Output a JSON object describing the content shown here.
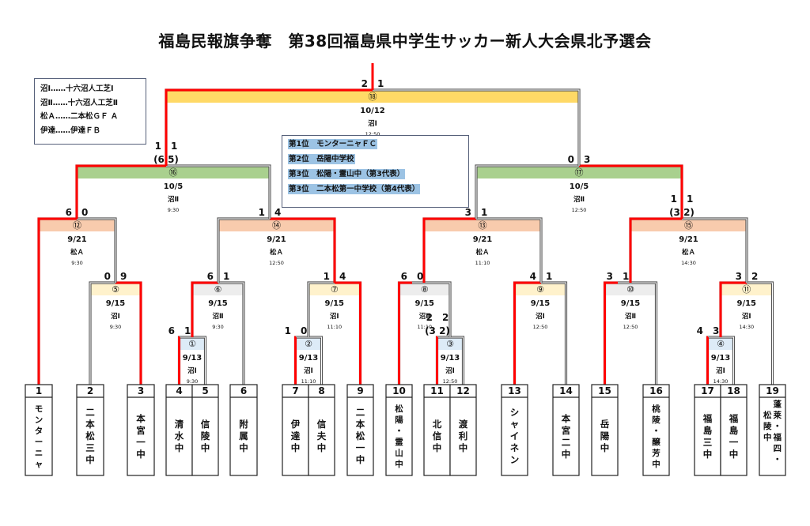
{
  "title": "福島民報旗争奪　第38回福島県中学生サッカー新人大会県北予選会",
  "venue_legend": [
    "沼Ⅰ……十六沼人工芝Ⅰ",
    "沼Ⅱ……十六沼人工芝Ⅱ",
    "松Ａ……二本松ＧＦ Ａ",
    "伊達……伊達ＦＢ"
  ],
  "results": [
    "第1位　モンターニャＦＣ",
    "第2位　岳陽中学校",
    "第3位　松陽・霊山中（第3代表）",
    "第3位　二本松第一中学校（第4代表）"
  ],
  "colors": {
    "winner_line": "#ff0000",
    "loser_line": "#555555",
    "final_band": "#ffd966",
    "semi_band": "#a9d08e",
    "quarter_band": "#f8cbad",
    "r2_yellow_band": "#fff2cc",
    "r2_gray_band": "#ededed",
    "r1_band": "#ddebf7"
  },
  "teams": [
    {
      "no": "1",
      "name": [
        "モ",
        "ン",
        "タ",
        "ー",
        "ニ",
        "ャ"
      ]
    },
    {
      "no": "2",
      "name": [
        "二",
        "本",
        "松",
        "三",
        "中"
      ]
    },
    {
      "no": "3",
      "name": [
        "本",
        "宮",
        "一",
        "中"
      ]
    },
    {
      "no": "4",
      "name": [
        "清",
        "水",
        "中"
      ]
    },
    {
      "no": "5",
      "name": [
        "信",
        "陵",
        "中"
      ]
    },
    {
      "no": "6",
      "name": [
        "附",
        "属",
        "中"
      ]
    },
    {
      "no": "7",
      "name": [
        "伊",
        "達",
        "中"
      ]
    },
    {
      "no": "8",
      "name": [
        "信",
        "夫",
        "中"
      ]
    },
    {
      "no": "9",
      "name": [
        "二",
        "本",
        "松",
        "一",
        "中"
      ]
    },
    {
      "no": "10",
      "name": [
        "松",
        "陽",
        "・",
        "霊",
        "山",
        "中"
      ]
    },
    {
      "no": "11",
      "name": [
        "北",
        "信",
        "中"
      ]
    },
    {
      "no": "12",
      "name": [
        "渡",
        "利",
        "中"
      ]
    },
    {
      "no": "13",
      "name": [
        "シ",
        "ャ",
        "イ",
        "ネ",
        "ン"
      ]
    },
    {
      "no": "14",
      "name": [
        "本",
        "宮",
        "二",
        "中"
      ]
    },
    {
      "no": "15",
      "name": [
        "岳",
        "陽",
        "中"
      ]
    },
    {
      "no": "16",
      "name": [
        "桃",
        "陵",
        "・",
        "醸",
        "芳",
        "中"
      ]
    },
    {
      "no": "17",
      "name": [
        "福",
        "島",
        "三",
        "中"
      ]
    },
    {
      "no": "18",
      "name": [
        "福",
        "島",
        "一",
        "中"
      ]
    },
    {
      "no": "19",
      "name": [
        "蓬",
        "莱",
        "・",
        "福",
        "四",
        "・"
      ],
      "name2": [
        "松",
        "陵",
        "中"
      ]
    }
  ],
  "matches": [
    {
      "id": "①",
      "date": "9/13",
      "venue": "沼Ⅰ",
      "time": "9:30",
      "score_left": "6",
      "score_right": "1",
      "pk": "",
      "winner": "left"
    },
    {
      "id": "②",
      "date": "9/13",
      "venue": "沼Ⅰ",
      "time": "11:10",
      "score_left": "1",
      "score_right": "0",
      "pk": "",
      "winner": "left"
    },
    {
      "id": "③",
      "date": "9/13",
      "venue": "沼Ⅰ",
      "time": "12:50",
      "score_left": "2",
      "score_right": "2",
      "pk": "(3 2)",
      "winner": "left"
    },
    {
      "id": "④",
      "date": "9/13",
      "venue": "沼Ⅰ",
      "time": "14:30",
      "score_left": "4",
      "score_right": "3",
      "pk": "",
      "winner": "left"
    },
    {
      "id": "⑤",
      "date": "9/15",
      "venue": "沼Ⅰ",
      "time": "9:30",
      "score_left": "0",
      "score_right": "9",
      "pk": "",
      "winner": "right"
    },
    {
      "id": "⑥",
      "date": "9/15",
      "venue": "沼Ⅱ",
      "time": "9:30",
      "score_left": "6",
      "score_right": "1",
      "pk": "",
      "winner": "left"
    },
    {
      "id": "⑦",
      "date": "9/15",
      "venue": "沼Ⅰ",
      "time": "11:10",
      "score_left": "1",
      "score_right": "4",
      "pk": "",
      "winner": "right"
    },
    {
      "id": "⑧",
      "date": "9/15",
      "venue": "沼Ⅱ",
      "time": "11:10",
      "score_left": "6",
      "score_right": "0",
      "pk": "",
      "winner": "left"
    },
    {
      "id": "⑨",
      "date": "9/15",
      "venue": "沼Ⅰ",
      "time": "12:50",
      "score_left": "4",
      "score_right": "1",
      "pk": "",
      "winner": "left"
    },
    {
      "id": "⑩",
      "date": "9/15",
      "venue": "沼Ⅱ",
      "time": "12:50",
      "score_left": "3",
      "score_right": "1",
      "pk": "",
      "winner": "left"
    },
    {
      "id": "⑪",
      "date": "9/15",
      "venue": "沼Ⅰ",
      "time": "14:30",
      "score_left": "3",
      "score_right": "2",
      "pk": "",
      "winner": "left"
    },
    {
      "id": "⑫",
      "date": "9/21",
      "venue": "松Ａ",
      "time": "9:30",
      "score_left": "6",
      "score_right": "0",
      "pk": "",
      "winner": "left"
    },
    {
      "id": "⑬",
      "date": "9/21",
      "venue": "松Ａ",
      "time": "11:10",
      "score_left": "3",
      "score_right": "1",
      "pk": "",
      "winner": "left"
    },
    {
      "id": "⑭",
      "date": "9/21",
      "venue": "松Ａ",
      "time": "12:50",
      "score_left": "1",
      "score_right": "4",
      "pk": "",
      "winner": "right"
    },
    {
      "id": "⑮",
      "date": "9/21",
      "venue": "松Ａ",
      "time": "14:30",
      "score_left": "1",
      "score_right": "1",
      "pk": "(3 2)",
      "winner": "left"
    },
    {
      "id": "⑯",
      "date": "10/5",
      "venue": "沼Ⅱ",
      "time": "9:30",
      "score_left": "1",
      "score_right": "1",
      "pk": "(6 5)",
      "winner": "left"
    },
    {
      "id": "⑰",
      "date": "10/5",
      "venue": "沼Ⅱ",
      "time": "12:50",
      "score_left": "0",
      "score_right": "3",
      "pk": "",
      "winner": "right"
    },
    {
      "id": "⑱",
      "date": "10/12",
      "venue": "沼Ⅰ",
      "time": "12:50",
      "score_left": "2",
      "score_right": "1",
      "pk": "",
      "winner": "left"
    }
  ]
}
